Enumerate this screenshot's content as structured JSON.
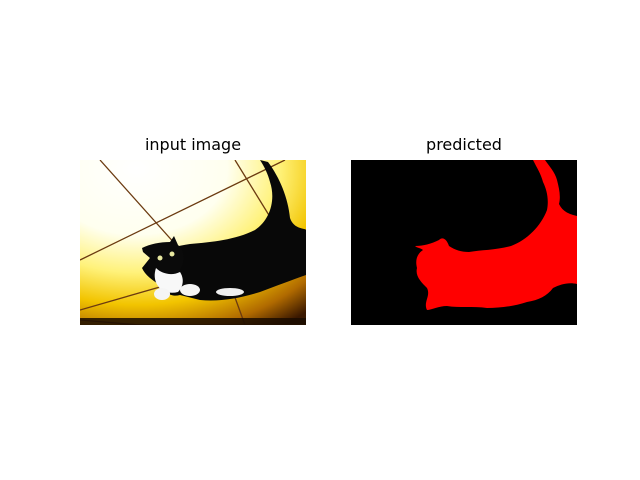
{
  "figure": {
    "panels": [
      {
        "title": "input image",
        "content": "photo-cat-lying-on-tiled-ceiling"
      },
      {
        "title": "predicted",
        "content": "segmentation-mask"
      }
    ],
    "colors": {
      "background": "#ffffff",
      "mask_background": "#000000",
      "mask_foreground": "#ff0000"
    }
  }
}
